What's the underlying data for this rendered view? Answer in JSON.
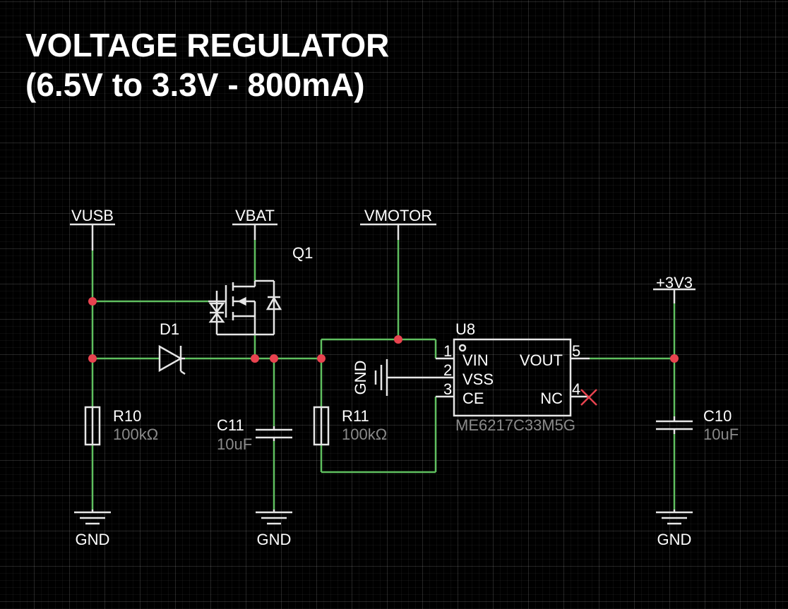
{
  "title": {
    "line1": "VOLTAGE REGULATOR",
    "line2": "(6.5V to 3.3V - 800mA)"
  },
  "nets": {
    "vusb": "VUSB",
    "vbat": "VBAT",
    "vmotor": "VMOTOR",
    "v3v3": "+3V3",
    "gnd": "GND"
  },
  "components": {
    "q1": {
      "designator": "Q1"
    },
    "d1": {
      "designator": "D1"
    },
    "r10": {
      "designator": "R10",
      "value": "100kΩ"
    },
    "r11": {
      "designator": "R11",
      "value": "100kΩ"
    },
    "c11": {
      "designator": "C11",
      "value": "10uF"
    },
    "c10": {
      "designator": "C10",
      "value": "10uF"
    },
    "u8": {
      "designator": "U8",
      "part": "ME6217C33M5G",
      "pins": [
        {
          "number": "1",
          "name": "VIN"
        },
        {
          "number": "2",
          "name": "VSS"
        },
        {
          "number": "3",
          "name": "CE"
        },
        {
          "number": "5",
          "name": "VOUT"
        },
        {
          "number": "4",
          "name": "NC"
        }
      ]
    }
  },
  "colors": {
    "background": "#000000",
    "wire": "#5fbf5f",
    "symbol": "#e6e6e6",
    "junction": "#e8434f",
    "no_connect": "#e8434f",
    "text": "#ffffff",
    "value_text": "#8a8a8a"
  }
}
